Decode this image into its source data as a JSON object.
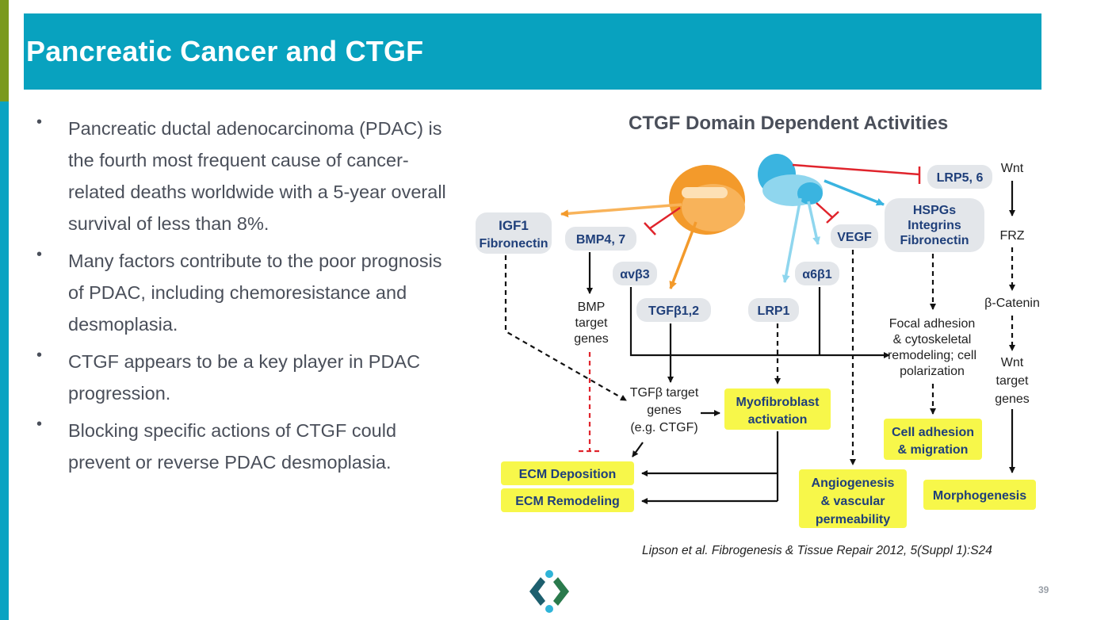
{
  "header": {
    "title": "Pancreatic Cancer and CTGF"
  },
  "bullets": [
    {
      "marker": "•",
      "text": "Pancreatic ductal adenocarcinoma (PDAC) is the fourth most frequent cause of cancer-related deaths worldwide with a 5-year overall survival of less than 8%."
    },
    {
      "marker": "•",
      "text": "Many factors contribute to the poor prognosis of PDAC, including chemoresistance and desmoplasia."
    },
    {
      "marker": "•",
      "text": "CTGF appears to be a key player in PDAC progression."
    },
    {
      "marker": "•",
      "text": "Blocking specific actions of CTGF could prevent or reverse PDAC desmoplasia."
    }
  ],
  "diagram": {
    "title": "CTGF Domain Dependent Activities",
    "receptors": {
      "igf1": [
        "IGF1",
        "Fibronectin"
      ],
      "bmp": "BMP4, 7",
      "avb3": "αvβ3",
      "tgfb": "TGFβ1,2",
      "lrp1": "LRP1",
      "a6b1": "α6β1",
      "vegf": "VEGF",
      "hspgs": [
        "HSPGs",
        "Integrins",
        "Fibronectin"
      ],
      "lrp56": "LRP5, 6"
    },
    "intermediates": {
      "bmp_target": [
        "BMP",
        "target",
        "genes"
      ],
      "tgf_target": [
        "TGFβ target",
        "genes",
        "(e.g. CTGF)"
      ],
      "focal": [
        "Focal adhesion",
        "& cytoskeletal",
        "remodeling; cell",
        "polarization"
      ],
      "wnt": "Wnt",
      "frz": "FRZ",
      "bcat": "β-Catenin",
      "wnt_target": [
        "Wnt",
        "target",
        "genes"
      ]
    },
    "outcomes": {
      "ecm_dep": "ECM Deposition",
      "ecm_rem": "ECM Remodeling",
      "myo": [
        "Myofibroblast",
        "activation"
      ],
      "angio": [
        "Angiogenesis",
        "& vascular",
        "permeability"
      ],
      "cell_adh": [
        "Cell adhesion",
        "& migration"
      ],
      "morpho": "Morphogenesis"
    },
    "colors": {
      "receptor_fill": "#e3e6ea",
      "receptor_text": "#1f3f7a",
      "outcome_fill": "#f7f74a",
      "orange": "#f39a2b",
      "light_blue": "#8fd6ee",
      "mid_blue": "#3ab4e0",
      "red": "#e0242c"
    }
  },
  "citation": "Lipson et al. Fibrogenesis & Tissue Repair 2012, 5(Suppl 1):S24",
  "page_number": "39"
}
